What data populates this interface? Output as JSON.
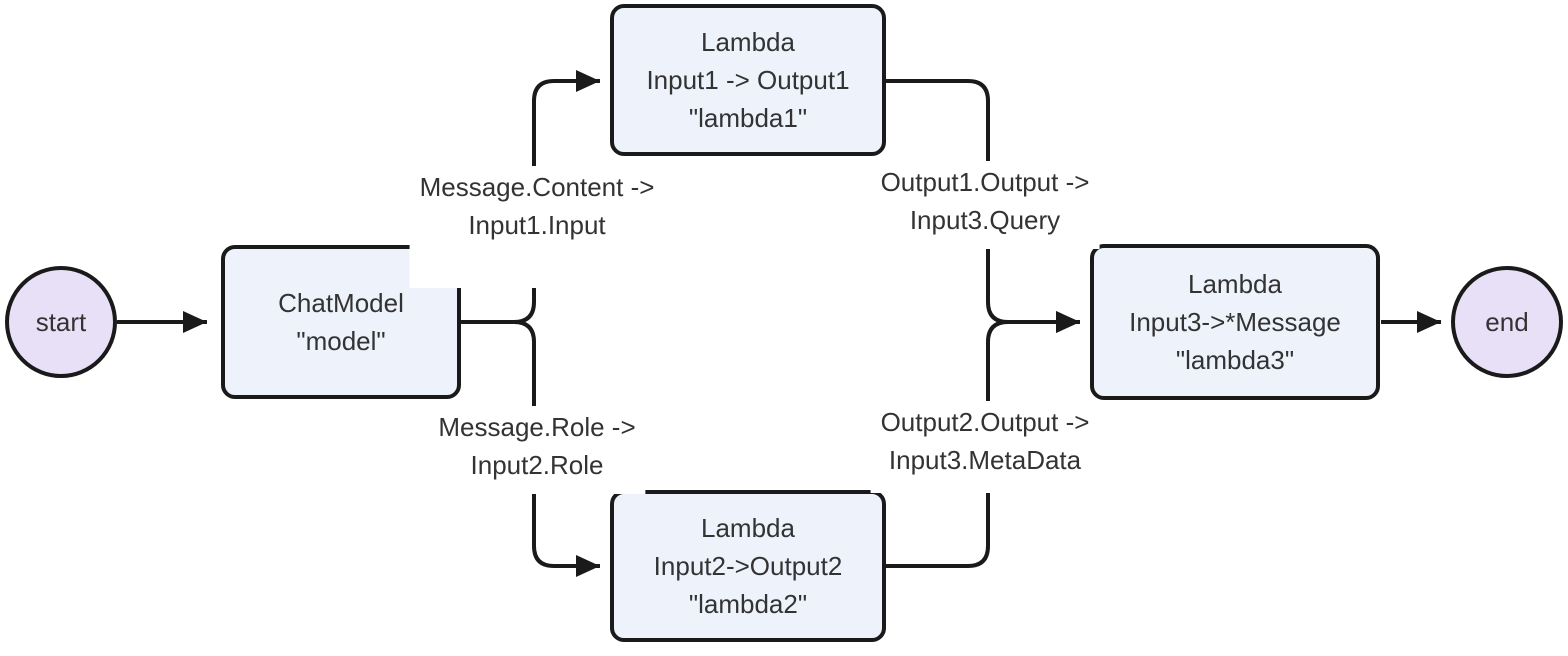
{
  "diagram": {
    "type": "flowchart-LR",
    "colors": {
      "background": "#ffffff",
      "edge_stroke": "#1a1a1a",
      "node_border": "#1a1a1a",
      "process_node_fill": "#edf2fb",
      "terminal_node_fill": "#e8e0f7",
      "text": "#333333",
      "edge_label_background": "#ffffff"
    },
    "nodes": {
      "start": {
        "label": "start"
      },
      "end": {
        "label": "end"
      },
      "chatmodel": {
        "lines": [
          "ChatModel",
          "\"model\""
        ]
      },
      "lambda1": {
        "lines": [
          "Lambda",
          "Input1 -> Output1",
          "\"lambda1\""
        ]
      },
      "lambda2": {
        "lines": [
          "Lambda",
          "Input2->Output2",
          "\"lambda2\""
        ]
      },
      "lambda3": {
        "lines": [
          "Lambda",
          "Input3->*Message",
          "\"lambda3\""
        ]
      }
    },
    "edge_labels": {
      "content": {
        "lines": [
          "Message.Content ->",
          "Input1.Input"
        ]
      },
      "query": {
        "lines": [
          "Output1.Output ->",
          "Input3.Query"
        ]
      },
      "role": {
        "lines": [
          "Message.Role ->",
          "Input2.Role"
        ]
      },
      "metadata": {
        "lines": [
          "Output2.Output ->",
          "Input3.MetaData"
        ]
      }
    },
    "edges": [
      {
        "from": "start",
        "to": "chatmodel"
      },
      {
        "from": "chatmodel",
        "to": "lambda1",
        "label": "Message.Content -> Input1.Input"
      },
      {
        "from": "chatmodel",
        "to": "lambda2",
        "label": "Message.Role -> Input2.Role"
      },
      {
        "from": "lambda1",
        "to": "lambda3",
        "label": "Output1.Output -> Input3.Query"
      },
      {
        "from": "lambda2",
        "to": "lambda3",
        "label": "Output2.Output -> Input3.MetaData"
      },
      {
        "from": "lambda3",
        "to": "end"
      }
    ]
  }
}
